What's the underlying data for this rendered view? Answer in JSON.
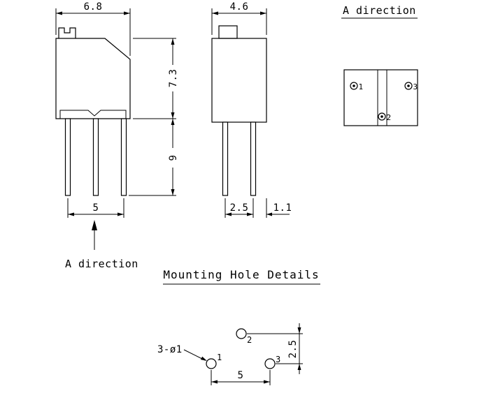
{
  "front_view": {
    "width_dim": "6.8",
    "body_height_dim": "7.3",
    "lead_length_dim": "9",
    "lead_span_dim": "5",
    "direction_label": "A direction"
  },
  "side_view": {
    "width_dim": "4.6",
    "lead_span_dim": "2.5",
    "edge_offset_dim": "1.1"
  },
  "a_direction_view": {
    "title": "A direction",
    "terminals": {
      "t1": "1",
      "t2": "2",
      "t3": "3"
    }
  },
  "mounting_view": {
    "title": "Mounting Hole Details",
    "hole_callout": "3-ø1",
    "vertical_pitch_dim": "2.5",
    "horizontal_pitch_dim": "5",
    "holes": {
      "h1": "1",
      "h2": "2",
      "h3": "3"
    }
  },
  "colors": {
    "line": "#000000",
    "background": "#ffffff"
  }
}
